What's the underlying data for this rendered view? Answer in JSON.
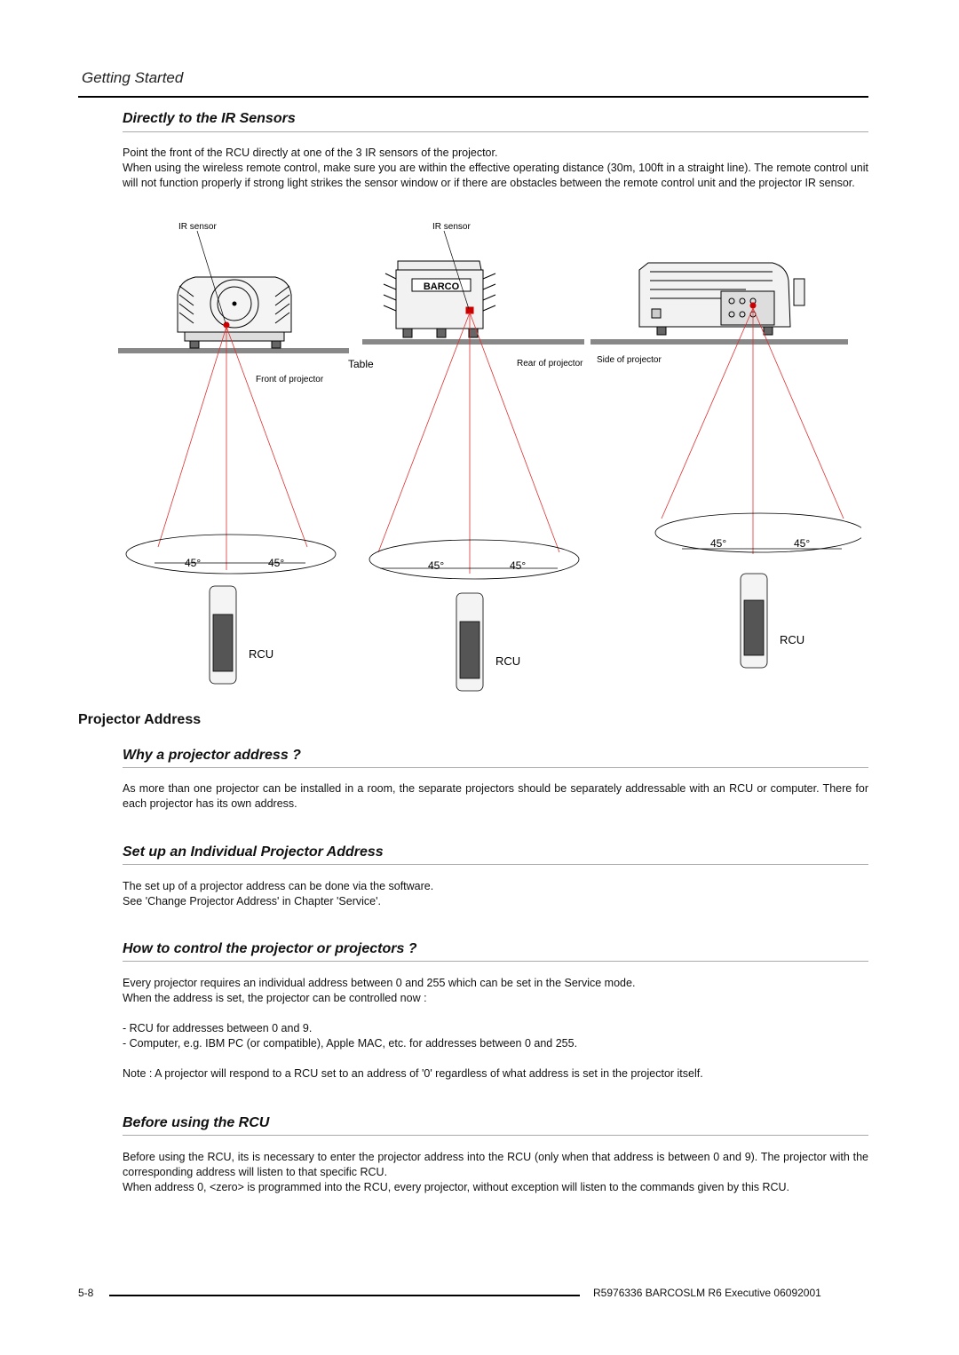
{
  "header": {
    "chapter": "Getting Started"
  },
  "section_ir": {
    "title": "Directly to the IR Sensors",
    "lines": [
      "Point the front of the RCU directly at one of the 3 IR sensors of the projector.",
      "When using the wireless remote control, make sure you are within the effective operating distance (30m, 100ft in a straight line). The remote control unit will not function properly if strong light strikes the sensor window or if there are obstacles between the remote control unit and the projector IR sensor."
    ]
  },
  "figure": {
    "ir_sensor_1": "IR sensor",
    "ir_sensor_2": "IR sensor",
    "table": "Table",
    "front": "Front of projector",
    "rear": "Rear of projector",
    "side": "Side of projector",
    "deg": "45°",
    "rcu": "RCU",
    "brand": "BARCO"
  },
  "projector_address": {
    "title": "Projector Address",
    "why": {
      "title": "Why a projector address ?",
      "text": "As more than one projector can be installed in a room, the separate projectors should be separately addressable with an RCU or computer.  There for each projector has its own address."
    },
    "setup": {
      "title": "Set up an Individual Projector Address",
      "lines": [
        "The set up of a projector address can be done via the software.",
        "See 'Change Projector Address' in Chapter 'Service'."
      ]
    },
    "control": {
      "title": "How to control the projector or projectors ?",
      "lines": [
        "Every projector requires an individual address between 0 and 255 which can be set in the Service mode.",
        "When the address is set, the projector can be controlled now :"
      ],
      "bullets": [
        "- RCU for addresses between 0 and 9.",
        "- Computer, e.g. IBM PC (or compatible), Apple MAC, etc. for addresses between 0 and 255."
      ],
      "note": "Note : A projector will respond to a RCU set to an address of '0' regardless of what address is set in the projector itself."
    },
    "before": {
      "title": "Before using the RCU",
      "lines": [
        "Before using the RCU, its is necessary to enter the projector address into the RCU (only when that address is between 0 and 9). The projector with the corresponding address will listen to that specific  RCU.",
        "When address 0, <zero> is programmed into the RCU, every projector, without exception will listen to the commands given by this RCU."
      ]
    }
  },
  "footer": {
    "page": "5-8",
    "doc": "R5976336 BARCOSLM R6 Executive 06092001"
  }
}
